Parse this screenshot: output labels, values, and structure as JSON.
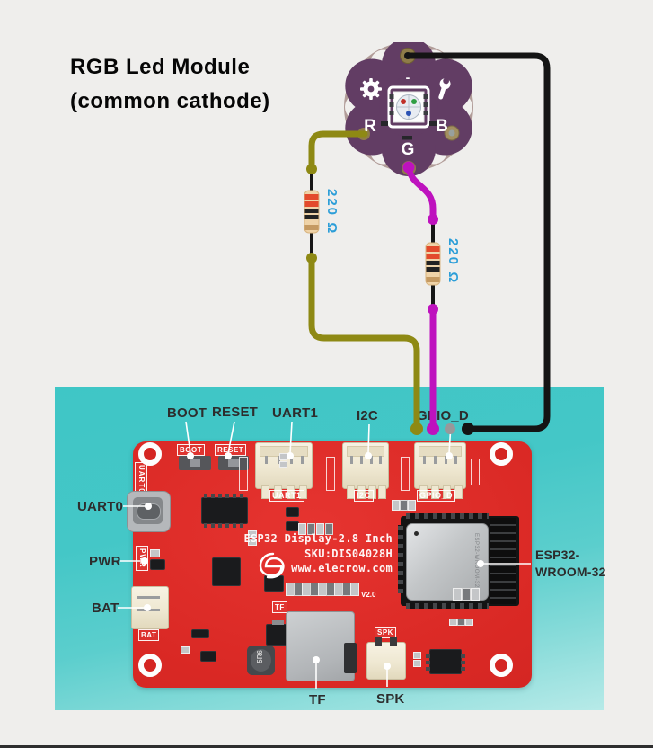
{
  "title": {
    "line1": "RGB Led Module",
    "line2": "(common cathode)"
  },
  "led_module": {
    "minus": "-",
    "r": "R",
    "g": "G",
    "b": "B"
  },
  "resistor_left": {
    "label": "220 Ω"
  },
  "resistor_right": {
    "label": "220 Ω"
  },
  "annotations": {
    "boot": "BOOT",
    "reset": "RESET",
    "uart1": "UART1",
    "i2c": "I2C",
    "gpio_d": "GPIO_D",
    "uart0": "UART0",
    "pwr": "PWR",
    "bat": "BAT",
    "tf": "TF",
    "spk": "SPK",
    "esp32_line1": "ESP32-",
    "esp32_line2": "WROOM-32"
  },
  "silkscreen": {
    "boot": "BOOT",
    "reset": "RESET",
    "uart1": "UART1",
    "i2c": "I2C",
    "gpio_d": "GPIO_D",
    "uart0": "UART0",
    "pwr": "PWR",
    "bat": "BAT",
    "tf": "TF",
    "spk": "SPK",
    "board_title": "ESP32 Display-2.8 Inch",
    "sku": "SKU:DIS04028H",
    "website": "www.elecrow.com",
    "version": "V2.0",
    "inductor": "5R6"
  },
  "colors": {
    "background": "#efeeec",
    "photo_teal": "#3fc6c6",
    "board_red": "#d92824",
    "label_blue": "#2c9ed8",
    "module_petal_purple": "#623d64",
    "module_disc": "#b19c98",
    "wire_r_channel": "#8e8914",
    "wire_g_channel": "#be12be",
    "wire_common": "#141414",
    "resistor_body": "#efd3a8"
  }
}
